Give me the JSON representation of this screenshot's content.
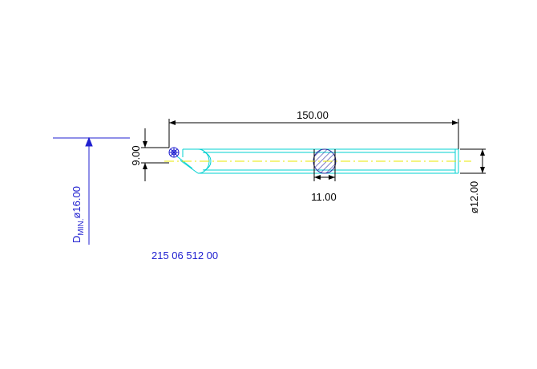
{
  "drawing": {
    "dim_length": "150.00",
    "dim_height": "9.00",
    "dim_flat": "11.00",
    "dim_diameter": "ø12.00",
    "dmin_main": "D",
    "dmin_sub": "MIN.",
    "dmin_value": "ø16.00",
    "part_number": "215 06 512 00"
  },
  "colors": {
    "outline": "#00d0d0",
    "centerline": "#e8e800",
    "dimension": "#000000",
    "annotation": "#2020d0",
    "hatch": "#3030a0"
  }
}
